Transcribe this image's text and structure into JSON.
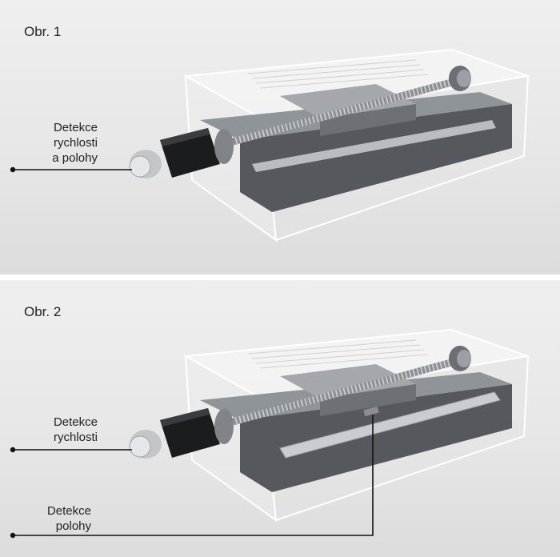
{
  "figure1": {
    "title": "Obr. 1",
    "label_lines": [
      "Detekce",
      "rychlosti",
      "a polohy"
    ]
  },
  "figure2": {
    "title": "Obr. 2",
    "label_speed_lines": [
      "Detekce",
      "rychlosti"
    ],
    "label_position_lines": [
      "Detekce",
      "polohy"
    ]
  }
}
